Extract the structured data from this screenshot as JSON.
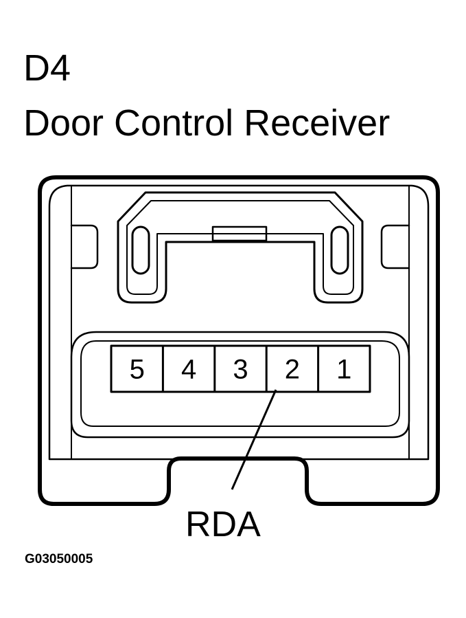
{
  "connector_id": "D4",
  "connector_name": "Door Control Receiver",
  "pins": [
    {
      "number": "5"
    },
    {
      "number": "4"
    },
    {
      "number": "3"
    },
    {
      "number": "2"
    },
    {
      "number": "1"
    }
  ],
  "callout": {
    "pin": "2",
    "label": "RDA"
  },
  "figure_code": "G03050005",
  "colors": {
    "stroke": "#000000",
    "background": "#ffffff"
  }
}
